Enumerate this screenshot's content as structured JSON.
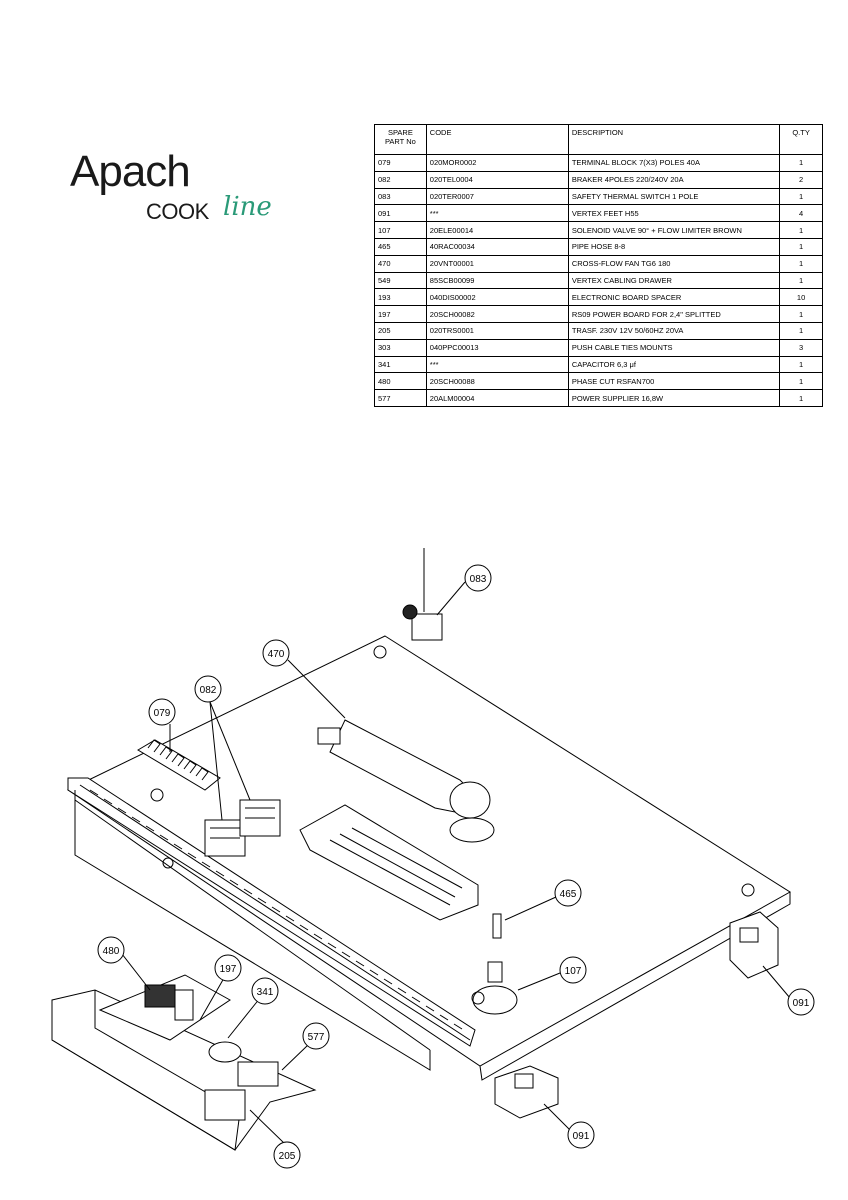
{
  "logo": {
    "brand": "Apach",
    "sub1": "COOK",
    "sub2": "line"
  },
  "table": {
    "headers": {
      "spare": "SPARE PART No",
      "code": "CODE",
      "description": "DESCRIPTION",
      "qty": "Q.TY"
    },
    "rows": [
      {
        "spare": "079",
        "code": "020MOR0002",
        "description": "TERMINAL BLOCK 7(X3) POLES 40A",
        "qty": "1"
      },
      {
        "spare": "082",
        "code": "020TEL0004",
        "description": "BRAKER 4POLES 220/240V 20A",
        "qty": "2"
      },
      {
        "spare": "083",
        "code": "020TER0007",
        "description": "SAFETY THERMAL SWITCH 1 POLE",
        "qty": "1"
      },
      {
        "spare": "091",
        "code": "***",
        "description": "VERTEX FEET H55",
        "qty": "4"
      },
      {
        "spare": "107",
        "code": "20ELE00014",
        "description": "SOLENOID VALVE 90° + FLOW LIMITER BROWN",
        "qty": "1"
      },
      {
        "spare": "465",
        "code": "40RAC00034",
        "description": "PIPE HOSE 8-8",
        "qty": "1"
      },
      {
        "spare": "470",
        "code": "20VNT00001",
        "description": "CROSS-FLOW FAN TG6 180",
        "qty": "1"
      },
      {
        "spare": "549",
        "code": "85SCB00099",
        "description": "VERTEX CABLING DRAWER",
        "qty": "1"
      },
      {
        "spare": "193",
        "code": "040DIS00002",
        "description": "ELECTRONIC BOARD SPACER",
        "qty": "10"
      },
      {
        "spare": "197",
        "code": "20SCH00082",
        "description": "RS09 POWER BOARD FOR 2,4\" SPLITTED",
        "qty": "1"
      },
      {
        "spare": "205",
        "code": "020TRS0001",
        "description": "TRASF. 230V 12V 50/60HZ 20VA",
        "qty": "1"
      },
      {
        "spare": "303",
        "code": "040PPC00013",
        "description": "PUSH CABLE TIES MOUNTS",
        "qty": "3"
      },
      {
        "spare": "341",
        "code": "***",
        "description": "CAPACITOR 6,3 μf",
        "qty": "1"
      },
      {
        "spare": "480",
        "code": "20SCH00088",
        "description": "PHASE CUT RSFAN700",
        "qty": "1"
      },
      {
        "spare": "577",
        "code": "20ALM00004",
        "description": "POWER SUPPLIER 16,8W",
        "qty": "1"
      }
    ]
  },
  "callouts": {
    "c083": "083",
    "c470": "470",
    "c082": "082",
    "c079": "079",
    "c465": "465",
    "c107": "107",
    "c091a": "091",
    "c091b": "091",
    "c480": "480",
    "c197": "197",
    "c341": "341",
    "c577": "577",
    "c205": "205"
  }
}
